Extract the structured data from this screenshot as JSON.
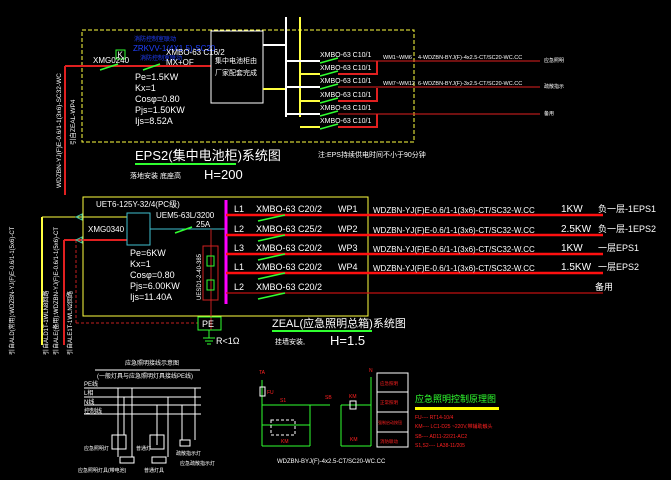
{
  "colors": {
    "background": "#000000",
    "frame": "#ffff40",
    "feeder": "#ff0000",
    "breaker": "#30ff30",
    "bus": "#ff00ff",
    "text": "#ffffff",
    "blue_text": "#2040ff"
  },
  "eps2": {
    "k_label": "K",
    "blue_lines": [
      "消防控制室联动",
      "ZRKVV-1(4X1.5)-SC20",
      "消防控制室联动"
    ],
    "incoming_breaker": "XMG0240",
    "main_breaker": [
      "XMBO-63 C16/2",
      "MX+OF"
    ],
    "params": [
      "Pe=1.5KW",
      "Kx=1",
      "Cosφ=0.80",
      "Pjs=1.50KW",
      "Ijs=8.52A"
    ],
    "cabinet_text": [
      "集中电池柜由",
      "厂家配套完成"
    ],
    "breakers": [
      "XMBO-63 C10/1",
      "XMBO-63 C10/1",
      "XMBO-63 C10/1",
      "XMBO-63 C10/1",
      "XMBO-63 C10/1",
      "XMBO-63 C10/1"
    ],
    "feeders": [
      {
        "circuits": "WM1~WM6",
        "cable": "4-WDZBN-BYJ(F)-4x2.5-CT/SC20-WC.CC",
        "dest": "应急照明"
      },
      {
        "circuits": "WM7~WM12",
        "cable": "6-WDZBN-BYJ(F)-3x2.5-CT/SC20-WC.CC",
        "dest": "疏散指示"
      },
      {
        "circuits": "",
        "cable": "",
        "dest": "备用"
      }
    ],
    "title": "EPS2(集中电池柜)系统图",
    "subtitle_prefix": "落地安装 底座高",
    "subtitle_h": "H=200",
    "note": "注:EPS持续供电时间不小于90分钟",
    "incoming_cable": "WDZBN-YJ(F)E-0.6/1-1(3x6)-SC32-WC",
    "incoming_source": "引自ZEAL-WP4"
  },
  "zeal": {
    "switch": "UET6-125Y-32/4(PC级)",
    "incoming_breaker": "XMG0340",
    "main_breaker": [
      "UEM5-63L/3200",
      "25A"
    ],
    "spd": "UESD1-2-40-385",
    "params": [
      "Pe=6KW",
      "Kx=1",
      "Cosφ=0.80",
      "Pjs=6.00KW",
      "Ijs=11.40A"
    ],
    "rows": [
      {
        "phase": "L1",
        "breaker": "XMBO-63 C20/2",
        "circuit": "WP1",
        "cable": "WDZBN-YJ(F)E-0.6/1-1(3x6)-CT/SC32-W.CC",
        "power": "1KW",
        "dest": "负一层-1EPS1"
      },
      {
        "phase": "L2",
        "breaker": "XMBO-63 C25/2",
        "circuit": "WP2",
        "cable": "WDZBN-YJ(F)E-0.6/1-1(3x6)-CT/SC32-W.CC",
        "power": "2.5KW",
        "dest": "负一层-1EPS2"
      },
      {
        "phase": "L3",
        "breaker": "XMBO-63 C20/2",
        "circuit": "WP3",
        "cable": "WDZBN-YJ(F)E-0.6/1-1(3x6)-CT/SC32-W.CC",
        "power": "1KW",
        "dest": "一层EPS1"
      },
      {
        "phase": "L1",
        "breaker": "XMBO-63 C20/2",
        "circuit": "WP4",
        "cable": "WDZBN-YJ(F)E-0.6/1-1(3x6)-CT/SC32-W.CC",
        "power": "1.5KW",
        "dest": "一层EPS2"
      },
      {
        "phase": "L2",
        "breaker": "XMBO-63 C20/2",
        "circuit": "",
        "cable": "",
        "power": "",
        "dest": "备用"
      }
    ],
    "pe": "PE",
    "ground": "R<1Ω",
    "title": "ZEAL(应急照明总箱)系统图",
    "subtitle_prefix": "挂墙安装,",
    "subtitle_h": "H=1.5",
    "incoming_left": [
      "引自ALD(常用):WDZBN-YJ(F)E-0.6/1-1(5x6)-CT",
      "引自ALD1T-1WLN8回路"
    ],
    "incoming_right": [
      "引自ALE(备用):WDZBN-YJ(F)E-0.6/1-1(5x6)-CT",
      "引自ALE1T-1WLN2回路"
    ]
  },
  "wiring": {
    "title": "应急照明接线示意图",
    "subtitle": "(一般灯具与应急照明灯具接线PE线)",
    "lines": [
      "PE线",
      "L相",
      "N线",
      "控制线"
    ],
    "labels": [
      "应急照明灯",
      "普通灯",
      "疏散指示灯",
      "应急照明灯具(带电池)",
      "普通灯具",
      "应急疏散指示灯"
    ]
  },
  "control": {
    "labels": [
      "TA",
      "FU",
      "S1",
      "SB",
      "KM",
      "KM",
      "N",
      "KM"
    ],
    "table": [
      "应急照明",
      "正常照明",
      "强制启动按钮",
      "消防联动"
    ],
    "title": "应急照明控制原理图",
    "legend": [
      "FU---- RT14-10/4",
      "KM---- LC1-D25 ~220V,带辅助触头",
      "SB---- AD11-22/21-AC2",
      "S1,S2---- LA38-11/205"
    ],
    "cable": "WDZBN-BYJ(F)-4x2.5-CT/SC20-WC.CC"
  }
}
